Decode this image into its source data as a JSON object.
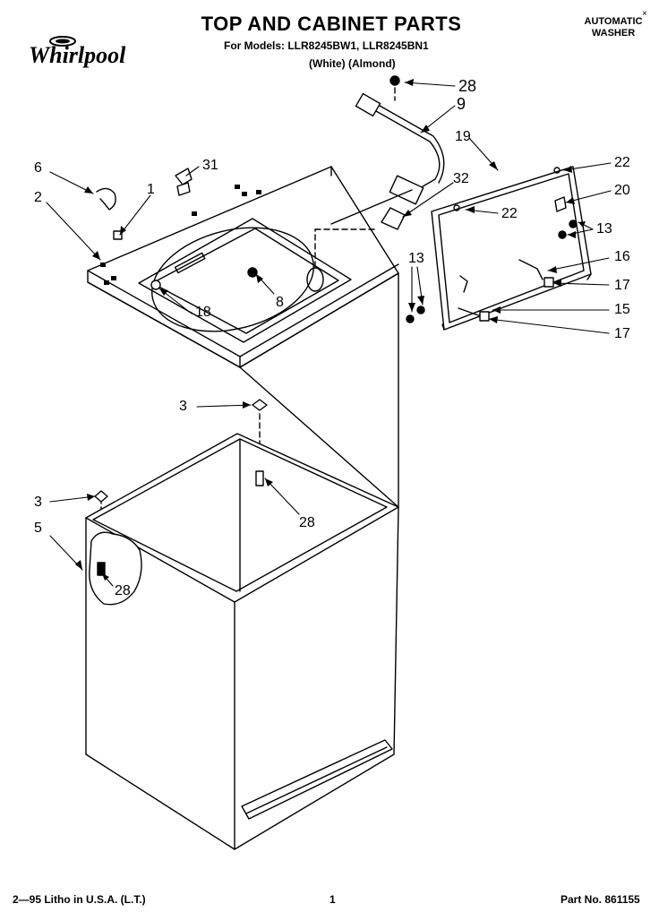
{
  "header": {
    "title": "TOP AND CABINET PARTS",
    "models_line": "For Models: LLR8245BW1, LLR8245BN1",
    "colors_line": "(White)   (Almond)",
    "product_line1": "AUTOMATIC",
    "product_line2": "WASHER",
    "corner_mark": "×"
  },
  "brand": {
    "logo_text": "Whirlpool"
  },
  "footer": {
    "litho": "2—95 Litho in U.S.A. (L.T.)",
    "page": "1",
    "part_no": "Part No. 861155"
  },
  "callouts": {
    "c28_top": "28",
    "c9": "9",
    "c19": "19",
    "c22_top": "22",
    "c32": "32",
    "c20": "20",
    "c22_mid": "22",
    "c13_right": "13",
    "c16": "16",
    "c13_left": "13",
    "c17_top": "17",
    "c15": "15",
    "c17_bottom": "17",
    "c6": "6",
    "c31": "31",
    "c1": "1",
    "c2": "2",
    "c18": "18",
    "c8": "8",
    "c3_top": "3",
    "c28_mid": "28",
    "c3_left": "3",
    "c5": "5",
    "c28_low": "28"
  }
}
